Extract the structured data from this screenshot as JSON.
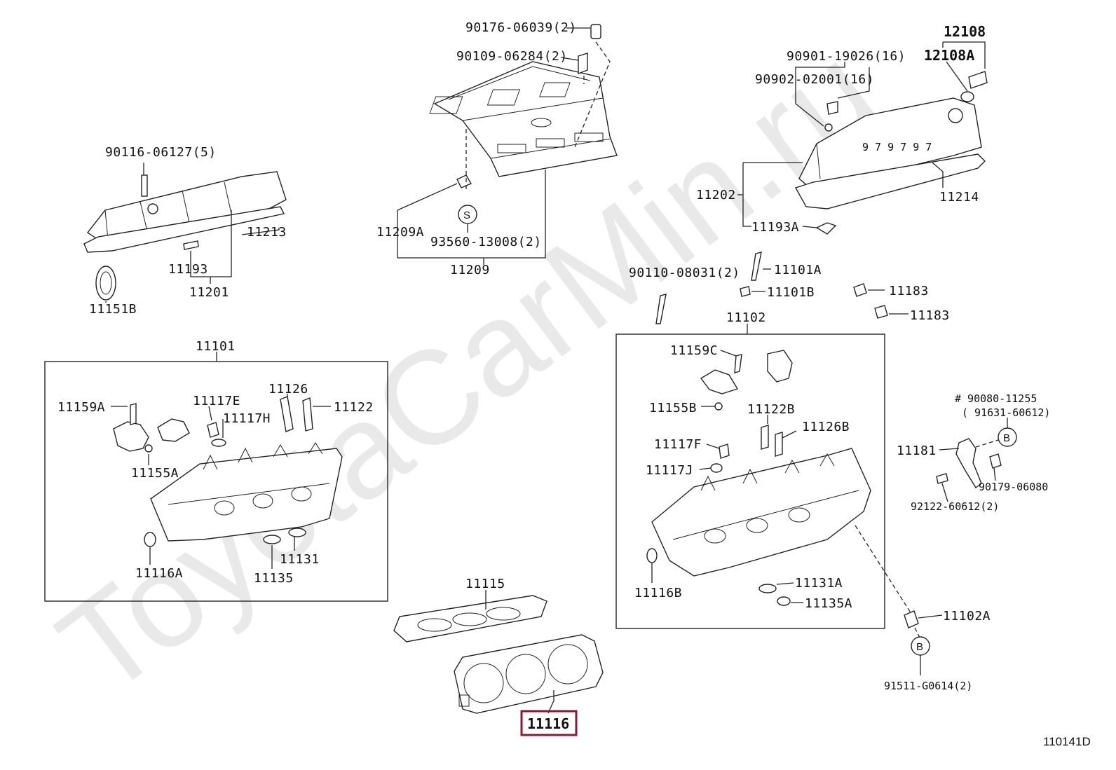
{
  "watermark": "ToyotaCarMin.ru",
  "reference": "110141D",
  "highlight_color": "#8b1a3a",
  "highlighted_part": "11116",
  "callout_symbols": {
    "s": "S",
    "b": "B",
    "b2": "B"
  },
  "labels": {
    "p90176": "90176-06039(2)",
    "p90109": "90109-06284(2)",
    "p11209A": "11209A",
    "p93560": "93560-13008(2)",
    "p11209": "11209",
    "p90116": "90116-06127(5)",
    "p11213": "11213",
    "p11193": "11193",
    "p11201": "11201",
    "p11151B": "11151B",
    "p12108": "12108",
    "p12108A": "12108A",
    "p90901": "90901-19026(16)",
    "p90902": "90902-02001(16)",
    "p11202": "11202",
    "p11214": "11214",
    "p11193A": "11193A",
    "p90110": "90110-08031(2)",
    "p11101A": "11101A",
    "p11101B": "11101B",
    "p11183a": "11183",
    "p11183b": "11183",
    "p11101": "11101",
    "p11159A": "11159A",
    "p11117E": "11117E",
    "p11117H": "11117H",
    "p11126": "11126",
    "p11122": "11122",
    "p11155A": "11155A",
    "p11116A": "11116A",
    "p11135": "11135",
    "p11131": "11131",
    "p11102": "11102",
    "p11159C": "11159C",
    "p11155B": "11155B",
    "p11122B": "11122B",
    "p11126B": "11126B",
    "p11117F": "11117F",
    "p11117J": "11117J",
    "p11116B": "11116B",
    "p11131A": "11131A",
    "p11135A": "11135A",
    "p90080": "# 90080-11255",
    "p91631": "( 91631-60612)",
    "p11181": "11181",
    "p90179": "90179-06080",
    "p92122": "92122-60612(2)",
    "p11102A": "11102A",
    "p91511": "91511-G0614(2)",
    "p11115": "11115"
  }
}
